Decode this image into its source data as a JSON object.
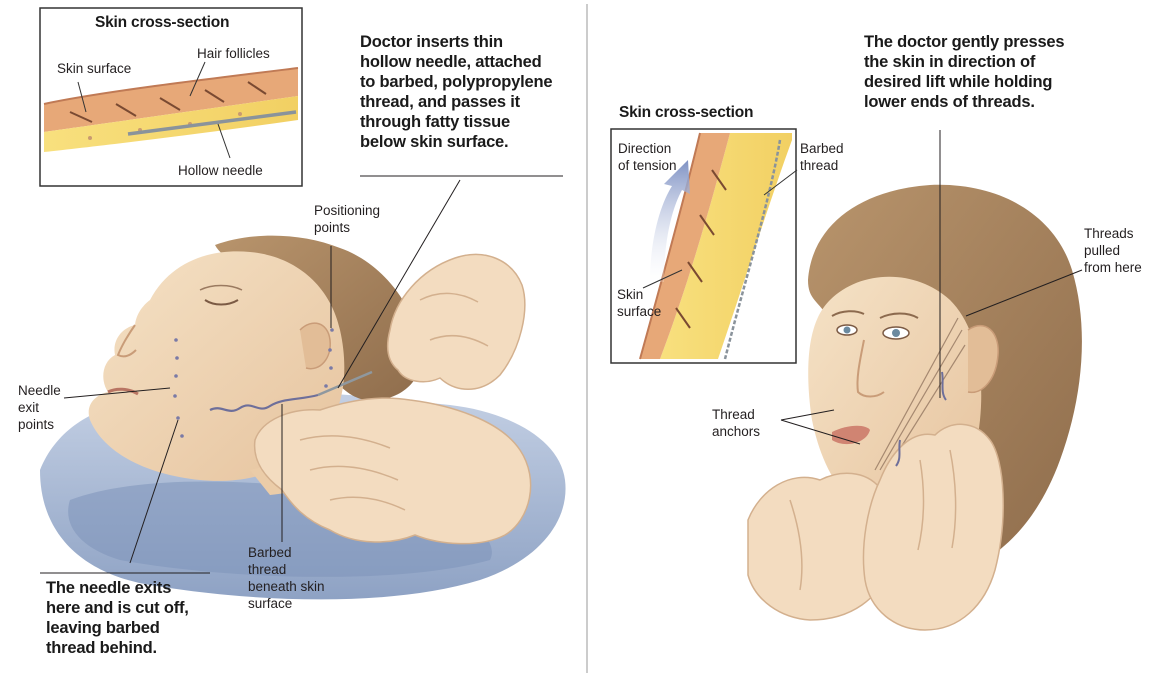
{
  "left_panel": {
    "inset": {
      "title": "Skin cross-section",
      "skin_surface": "Skin surface",
      "hair_follicles": "Hair follicles",
      "hollow_needle": "Hollow needle"
    },
    "step_text": "Doctor inserts thin\nhollow needle, attached\nto barbed, polypropylene\nthread, and passes it\nthrough fatty tissue\nbelow skin surface.",
    "positioning_points": "Positioning\npoints",
    "needle_exit_points": "Needle\nexit\npoints",
    "barbed_thread_label": "Barbed\nthread\nbeneath skin\nsurface",
    "exit_text": "The needle exits\nhere and is cut off,\nleaving barbed\nthread behind."
  },
  "right_panel": {
    "inset": {
      "title": "Skin cross-section",
      "direction_of_tension": "Direction\nof tension",
      "barbed_thread": "Barbed\nthread",
      "skin_surface": "Skin\nsurface"
    },
    "step_text": "The doctor gently presses\nthe skin in direction of\ndesired lift while holding\nlower ends of threads.",
    "threads_pulled": "Threads\npulled\nfrom here",
    "thread_anchors": "Thread\nanchors"
  },
  "colors": {
    "skin": "#f0d8b8",
    "skin_shadow": "#dcb48e",
    "fat": "#f6dc7a",
    "hair": "#a88460",
    "pillow": "#9fb1cf",
    "tension_arrow": "#8a9cc8",
    "needle": "#9aa3ab"
  }
}
